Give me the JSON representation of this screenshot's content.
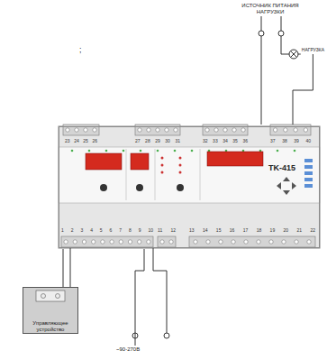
{
  "diagram": {
    "nodes": [
      {
        "text": [
          "TK-415"
        ]
      },
      {
        "text": [
          "ИСТОЧНИК ПИТАНИЯ НАГРУЗКИ"
        ]
      },
      {
        "text": [
          "НАГРУЗКА"
        ]
      },
      {
        "text": [
          "Управляющее устройство"
        ]
      },
      {
        "text": [
          "~90-270В"
        ]
      }
    ],
    "edges": [
      {
        "from": 1,
        "to": 0,
        "arrow": "none"
      },
      {
        "from": 1,
        "to": 2,
        "arrow": "none"
      },
      {
        "from": 2,
        "to": 0,
        "arrow": "none"
      },
      {
        "from": 3,
        "to": 0,
        "arrow": "none"
      },
      {
        "from": 4,
        "to": 0,
        "arrow": "none"
      }
    ],
    "labels": [
      ";",
      "23 24 25 26",
      "27 28 29 30 31",
      "32 33 34 35 36",
      "37 38 39 40",
      "1 2 3 4 5 6 7 8 9 10",
      "11 12",
      "13 14 15 16 17 18 19 20 21 22"
    ]
  }
}
